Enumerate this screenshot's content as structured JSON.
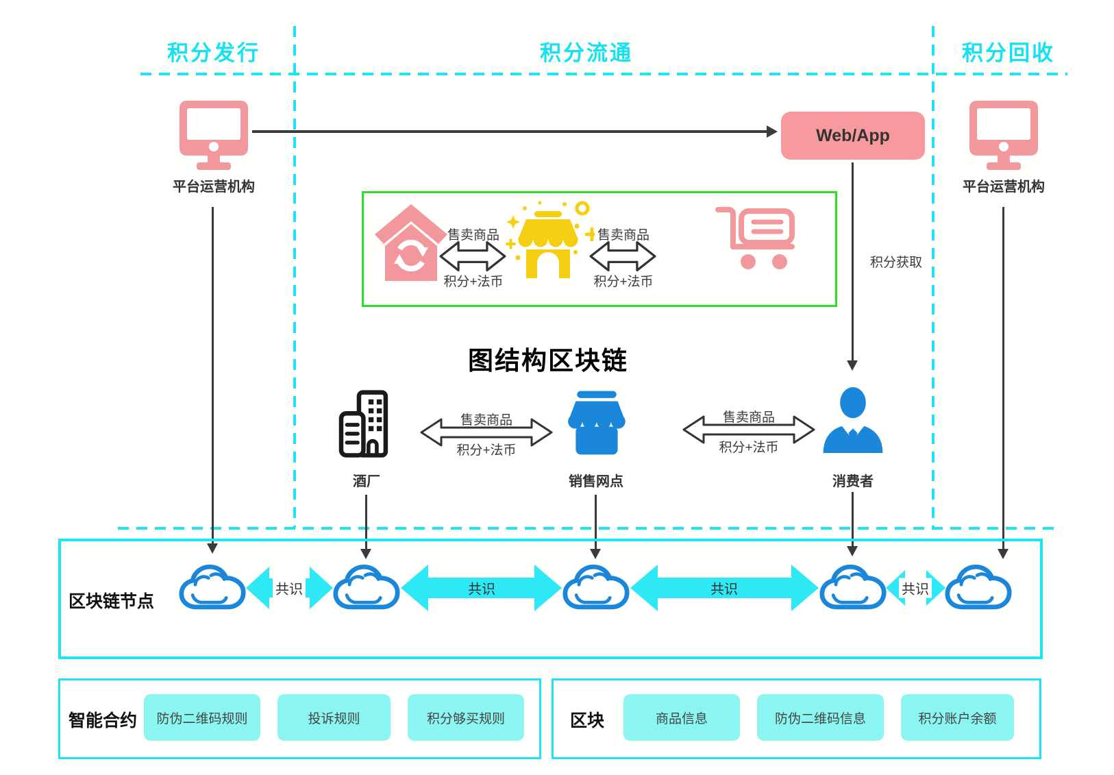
{
  "sections": {
    "issue": "积分发行",
    "circulate": "积分流通",
    "recycle": "积分回收"
  },
  "entities": {
    "platform": "平台运营机构",
    "webapp": "Web/App",
    "winery": "酒厂",
    "outlet": "销售网点",
    "consumer": "消费者"
  },
  "flows": {
    "sell": "售卖商品",
    "points_fiat": "积分+法币",
    "points_get": "积分获取",
    "consensus": "共识"
  },
  "blockchain": {
    "title": "图结构区块链",
    "nodes_label": "区块链节点"
  },
  "smart_contract": {
    "label": "智能合约",
    "rules": [
      "防伪二维码规则",
      "投诉规则",
      "积分够买规则"
    ]
  },
  "block": {
    "label": "区块",
    "items": [
      "商品信息",
      "防伪二维码信息",
      "积分账户余额"
    ]
  },
  "colors": {
    "cyan_accent": "#1ee3f2",
    "cyan_arrow": "#2de9f6",
    "chip_fill": "#8bf6f1",
    "pink": "#f2989c",
    "green_border": "#2ae02a",
    "yellow": "#f5cf13",
    "blue": "#1b87da",
    "dark_arrow": "#3a3a3a"
  }
}
